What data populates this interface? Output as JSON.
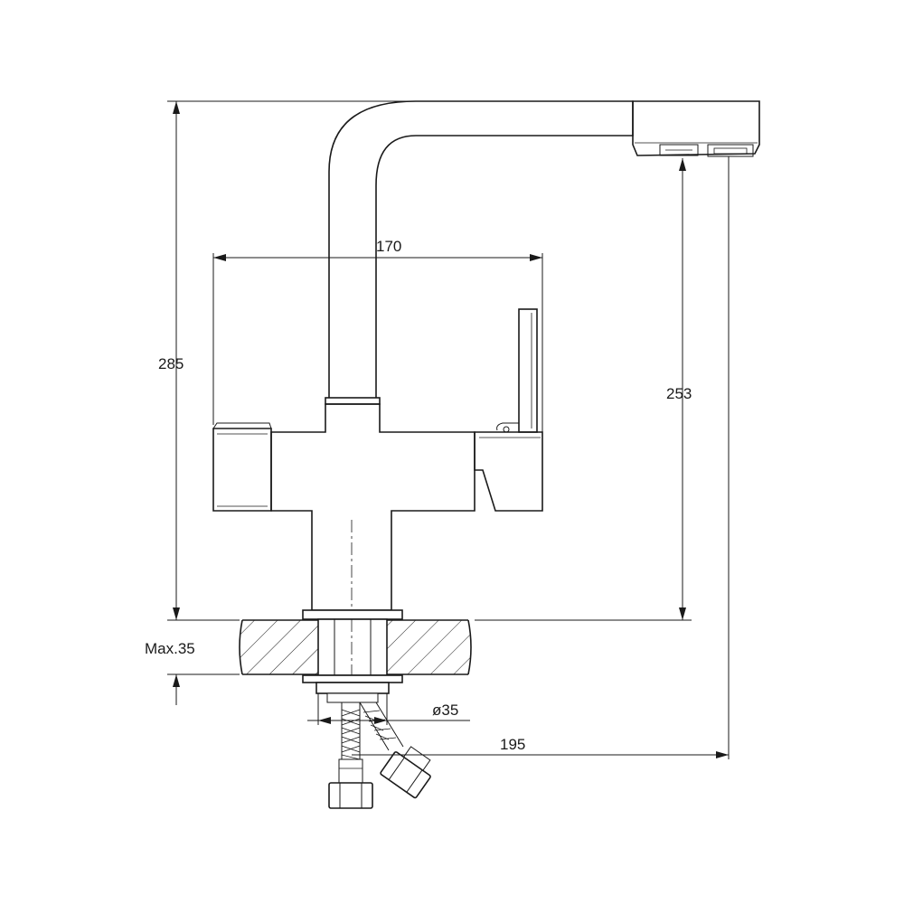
{
  "dimensions": {
    "overall_height": "285",
    "body_width": "170",
    "spout_height": "253",
    "max_mount_thickness": "Max.35",
    "mount_diameter": "ø35",
    "spout_reach": "195"
  }
}
